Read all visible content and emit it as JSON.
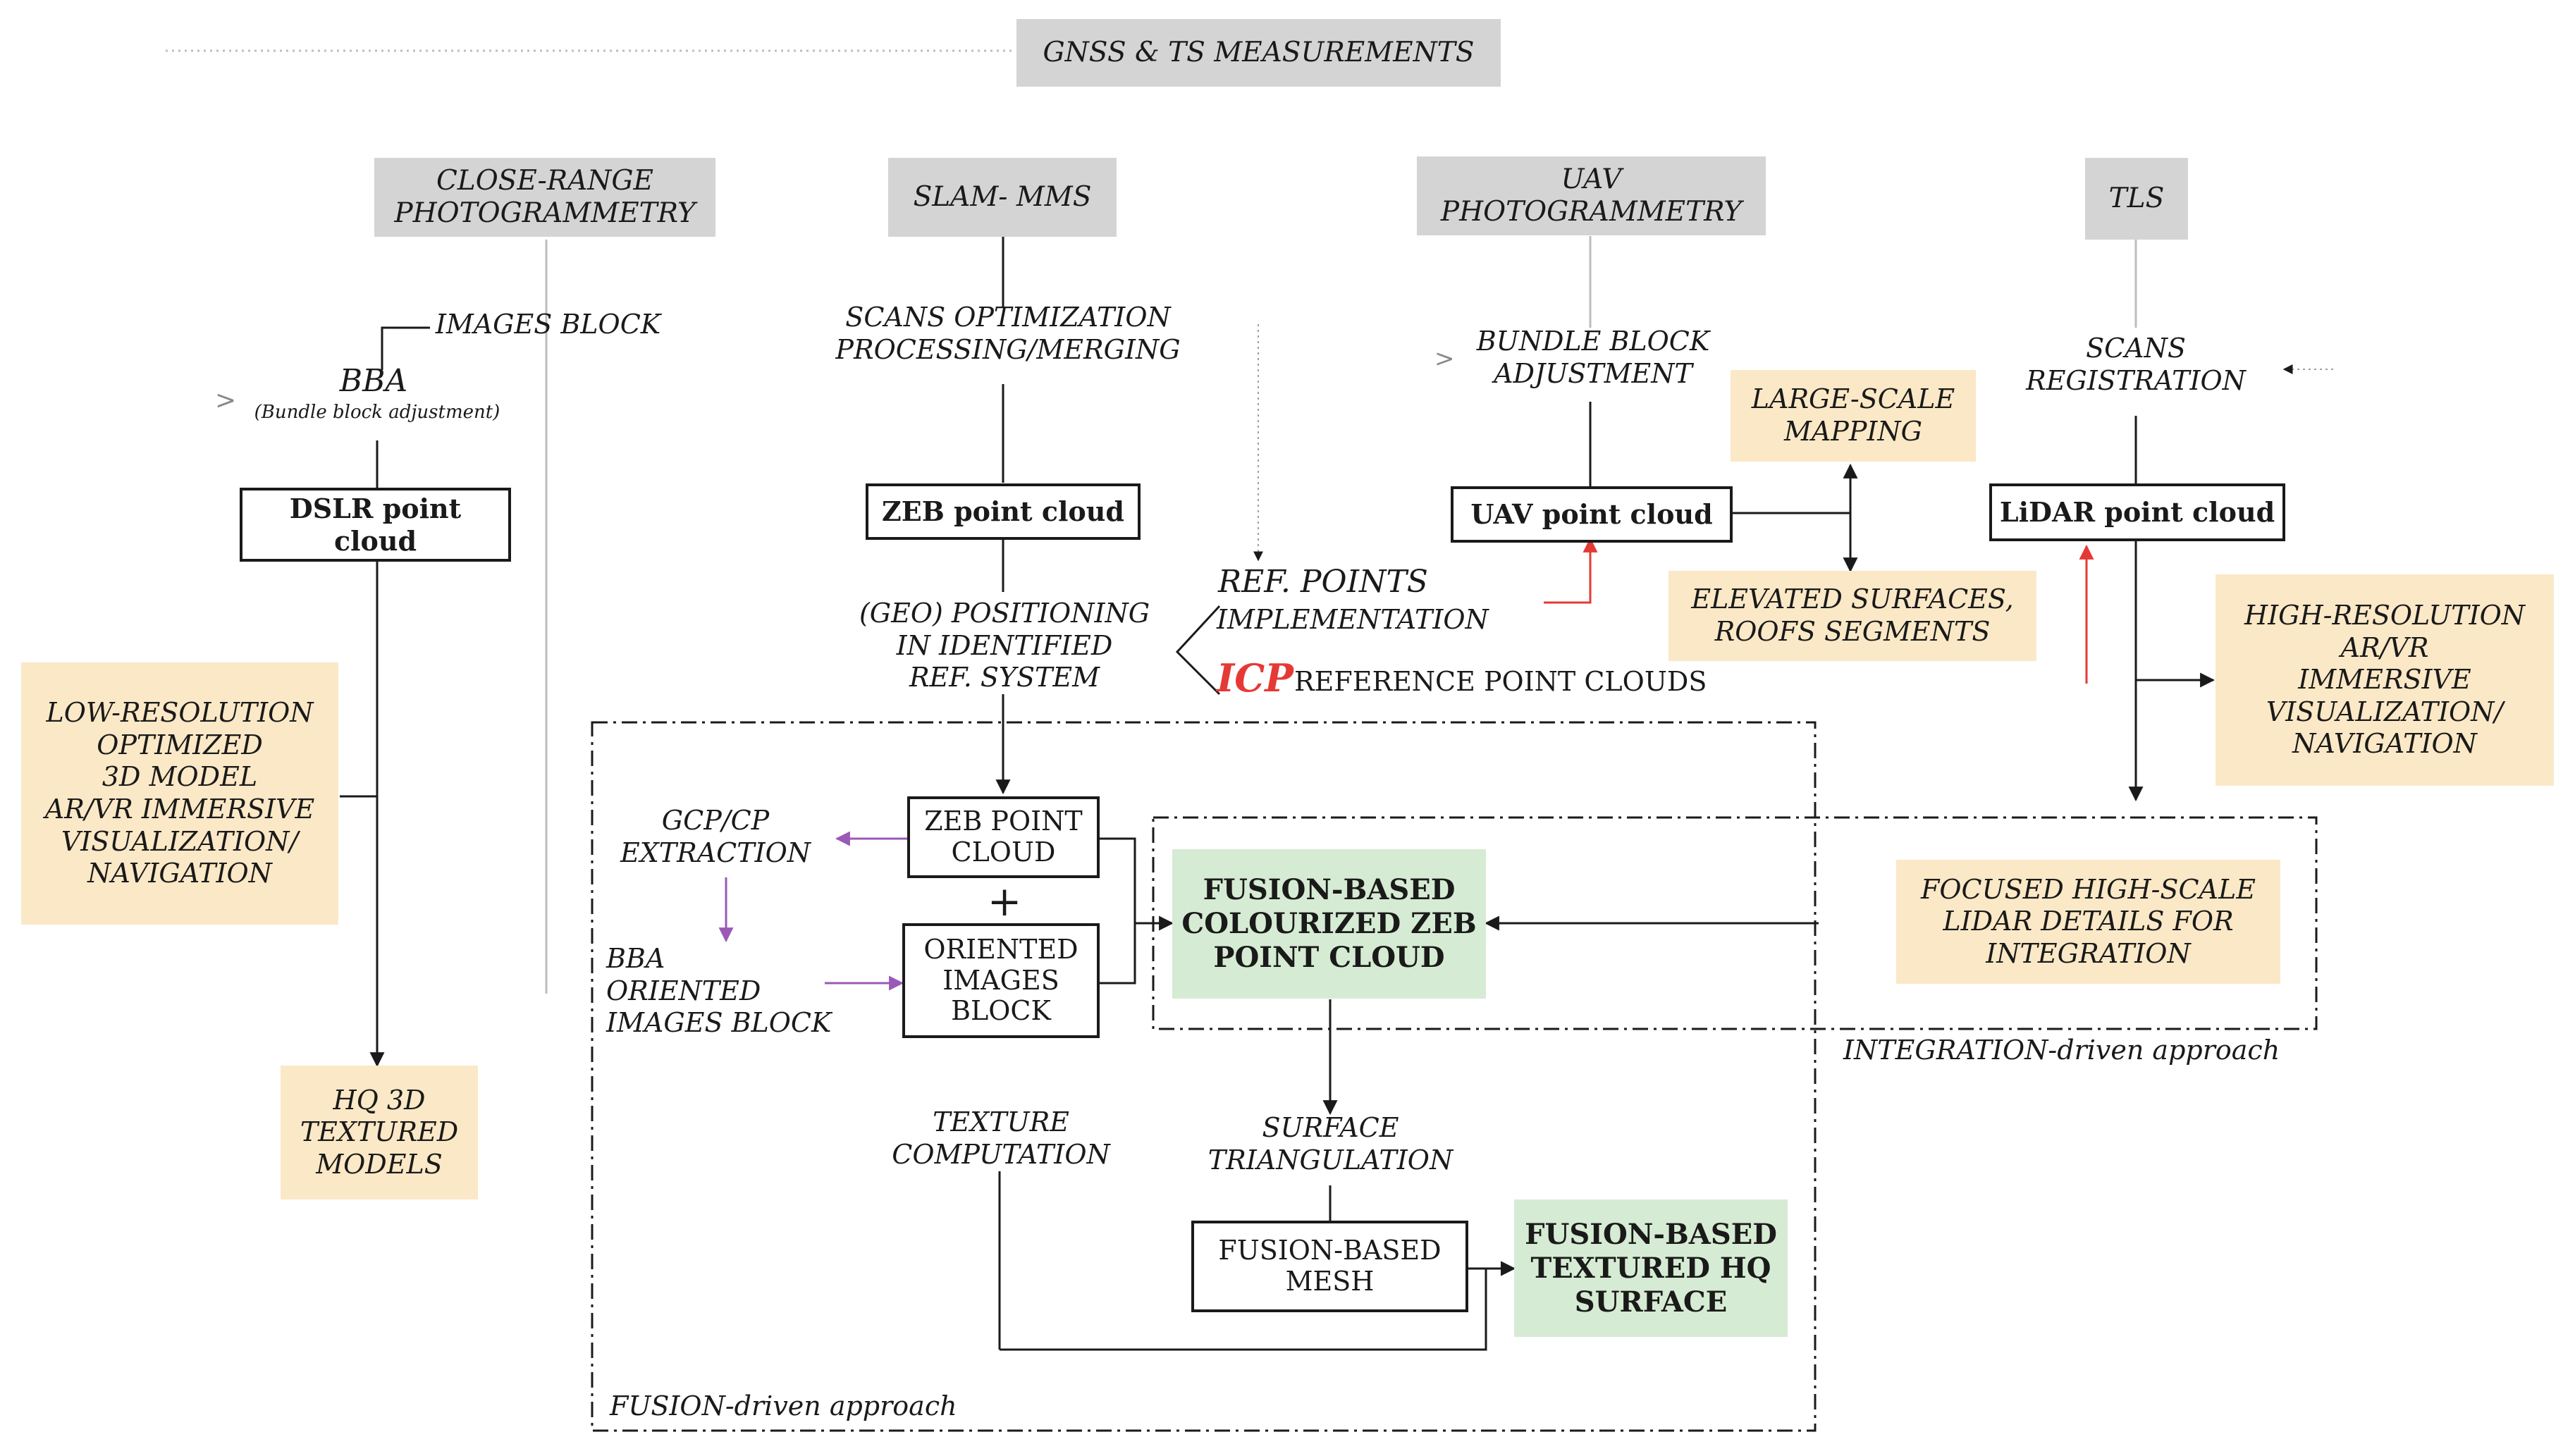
{
  "top_source": "GNSS & TS MEASUREMENTS",
  "sources": {
    "close_range": "CLOSE-RANGE\nPHOTOGRAMMETRY",
    "slam": "SLAM- MMS",
    "uav": "UAV\nPHOTOGRAMMETRY",
    "tls": "TLS"
  },
  "steps": {
    "images_block": "IMAGES BLOCK",
    "bba_title": "BBA",
    "bba_subtitle": "(Bundle block adjustment)",
    "scans_optimization": "SCANS OPTIMIZATION\nPROCESSING/MERGING",
    "bundle_block": "BUNDLE BLOCK\nADJUSTMENT",
    "scans_registration": "SCANS\nREGISTRATION",
    "geo_positioning": "(GEO) POSITIONING\nIN IDENTIFIED\nREF. SYSTEM",
    "ref_points_title": "REF. POINTS",
    "ref_points_sub": "IMPLEMENTATION",
    "icp_title": "ICP",
    "icp_sub": "REFERENCE POINT CLOUDS",
    "gcp_extraction": "GCP/CP\nEXTRACTION",
    "bba_oriented": "BBA\nORIENTED\nIMAGES BLOCK",
    "texture_computation": "TEXTURE\nCOMPUTATION",
    "surface_triangulation": "SURFACE\nTRIANGULATION",
    "plus": "+"
  },
  "clouds": {
    "dslr": "DSLR point\ncloud",
    "zeb": "ZEB point cloud",
    "uav": "UAV point cloud",
    "lidar": "LiDAR point cloud",
    "zeb_point": "ZEB POINT\nCLOUD",
    "oriented_images": "ORIENTED\nIMAGES\nBLOCK",
    "fusion_mesh": "FUSION-BASED\nMESH"
  },
  "outputs": {
    "low_res": "LOW-RESOLUTION\nOPTIMIZED\n3D MODEL\nAR/VR IMMERSIVE\nVISUALIZATION/\nNAVIGATION",
    "hq_models": "HQ 3D\nTEXTURED\nMODELS",
    "large_scale": "LARGE-SCALE\nMAPPING",
    "elevated": "ELEVATED SURFACES,\nROOFS SEGMENTS",
    "high_res": "HIGH-RESOLUTION\nAR/VR\nIMMERSIVE\nVISUALIZATION/\nNAVIGATION",
    "focused_lidar": "FOCUSED HIGH-SCALE\nLIDAR DETAILS FOR\nINTEGRATION",
    "fusion_colourized": "FUSION-BASED\nCOLOURIZED ZEB\nPOINT CLOUD",
    "fusion_textured": "FUSION-BASED\nTEXTURED HQ\nSURFACE"
  },
  "regions": {
    "integration": "INTEGRATION-driven approach",
    "fusion": "FUSION-driven approach"
  },
  "colors": {
    "ink": "#1a1a1a",
    "source_gray": "#d4d4d4",
    "output_tan": "#fbe8c6",
    "fusion_green": "#d6ebd3",
    "icp_red": "#e53935",
    "fusion_arrow_purple": "#9b59b6"
  }
}
